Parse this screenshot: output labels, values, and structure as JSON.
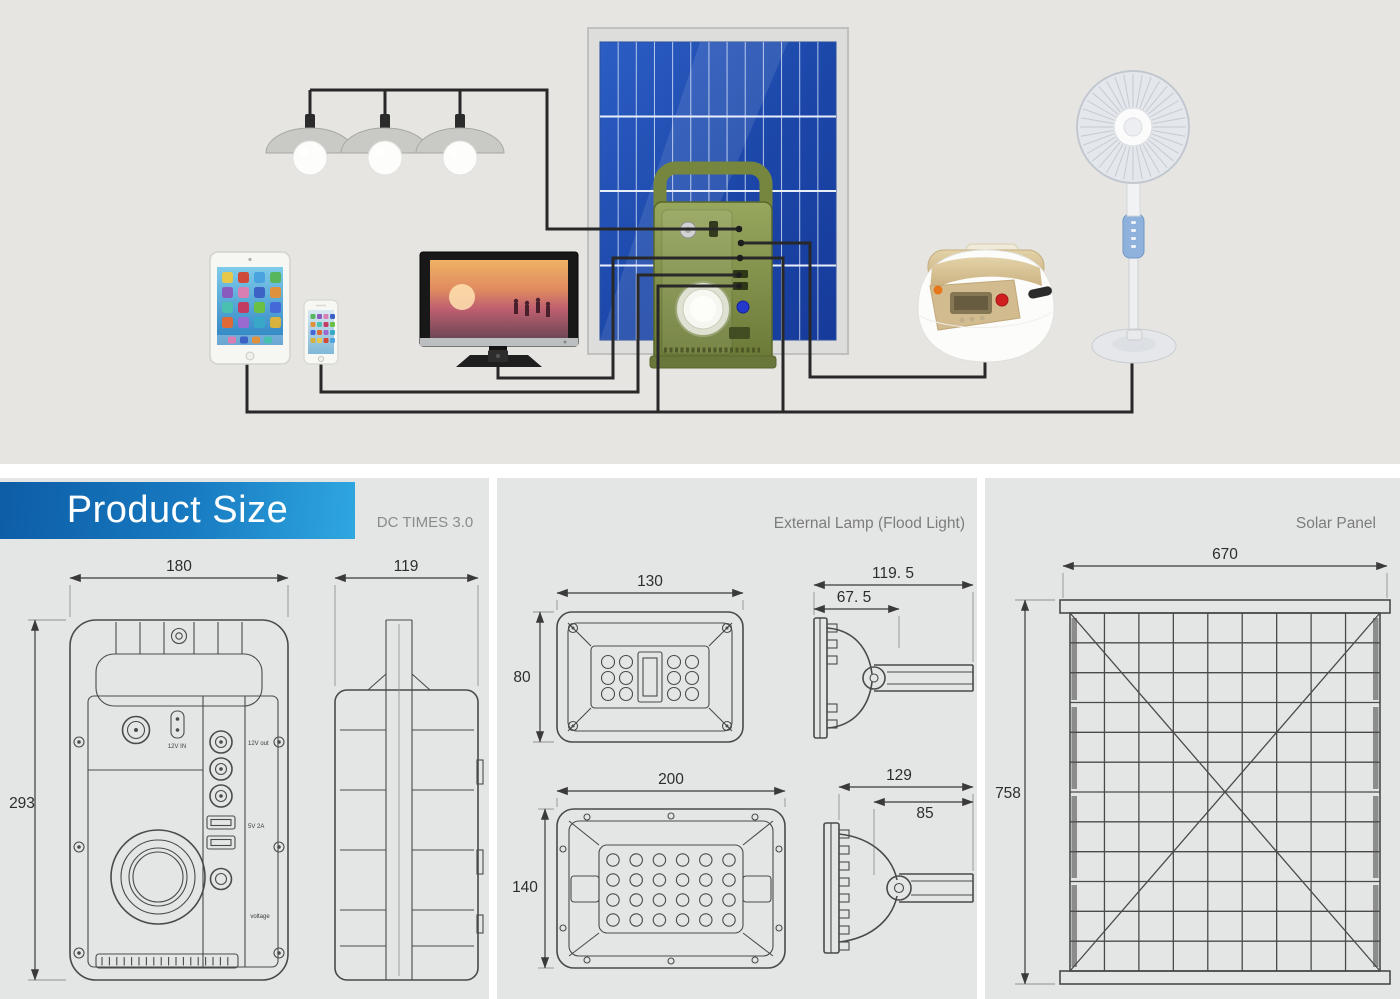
{
  "colors": {
    "top_background": "#e6e5e2",
    "panel_background": "#e4e6e5",
    "banner_gradient_start": "#0d5da6",
    "banner_gradient_end": "#2fa7e0",
    "wire": "#282828",
    "solar_cell_blue": "#1e4cb0",
    "power_station_green": "#7f8f46",
    "drawing_line": "#4a4a4a"
  },
  "top_diagram": {
    "devices": [
      "pendant-lamps",
      "solar-panel",
      "power-station",
      "tablet",
      "smartphone",
      "tv",
      "rice-cooker",
      "stand-fan"
    ]
  },
  "panels": {
    "product_size": {
      "title": "Product Size",
      "model": "DC TIMES 3.0",
      "front_width": "180",
      "front_height": "293",
      "side_width": "119",
      "port_labels": {
        "dc_in": "12V IN",
        "dc_out": "12V out",
        "usb": "5V 2A",
        "voltage": "voltage"
      }
    },
    "external_lamp": {
      "title": "External Lamp (Flood Light)",
      "small_width": "130",
      "small_height": "80",
      "small_depth": "119. 5",
      "small_bracket": "67. 5",
      "large_width": "200",
      "large_height": "140",
      "large_depth": "129",
      "large_bracket": "85"
    },
    "solar_panel": {
      "title": "Solar Panel",
      "width": "670",
      "height": "758"
    }
  }
}
